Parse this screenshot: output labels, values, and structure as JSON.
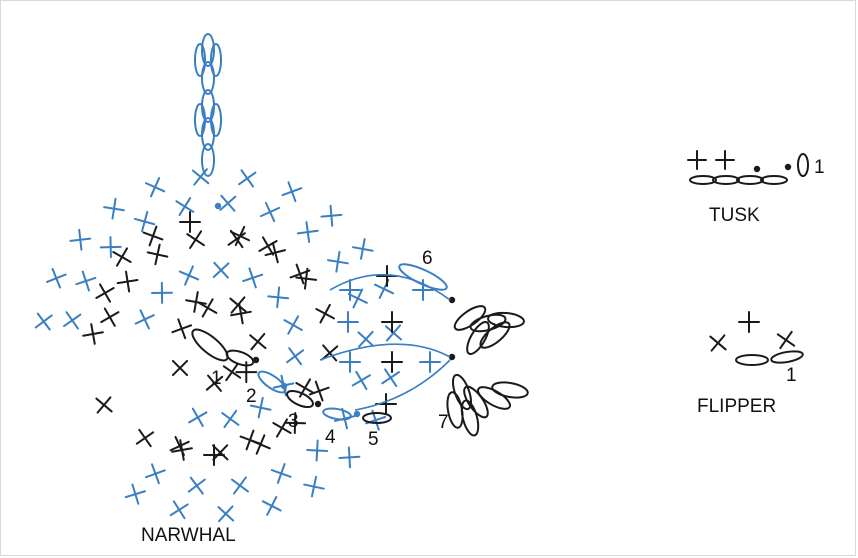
{
  "diagrams": {
    "narwhal": {
      "caption": "NARWHAL",
      "round_numbers": [
        "1",
        "2",
        "3",
        "4",
        "5",
        "6",
        "7"
      ]
    },
    "tusk": {
      "caption": "TUSK",
      "row_number": "1"
    },
    "flipper": {
      "caption": "FLIPPER",
      "row_number": "1"
    }
  },
  "colors": {
    "ink": "#1a1a1a",
    "accent": "#3a7fc1",
    "frame": "#d9d9d9"
  },
  "symbols": [
    "single-crochet-stitch",
    "chain-stitch",
    "slip-stitch"
  ]
}
